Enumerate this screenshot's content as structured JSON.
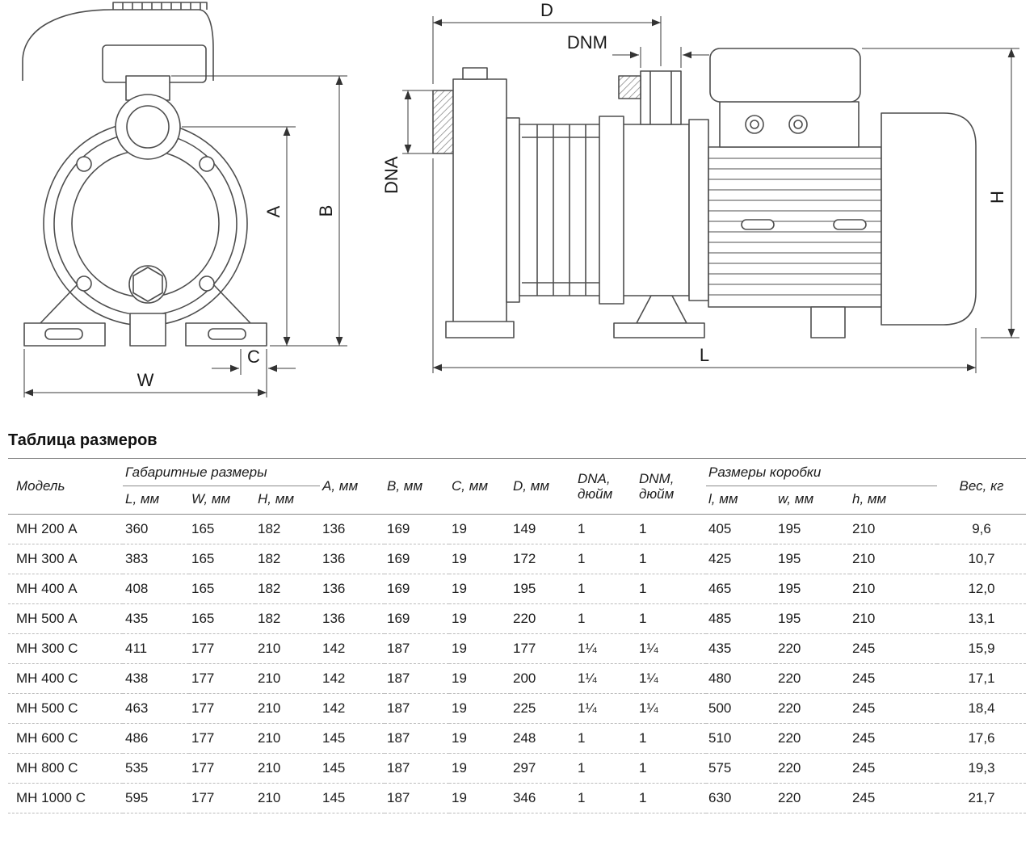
{
  "diagram": {
    "labels": {
      "D": "D",
      "DNM": "DNM",
      "DNA": "DNA",
      "A": "A",
      "B": "B",
      "C": "C",
      "W": "W",
      "H": "H",
      "L": "L"
    }
  },
  "table": {
    "title": "Таблица размеров",
    "headers": {
      "model": "Модель",
      "overall_group": "Габаритные размеры",
      "box_group": "Размеры коробки",
      "L": "L, мм",
      "W": "W, мм",
      "H": "H, мм",
      "A": "A, мм",
      "B": "B, мм",
      "C": "C, мм",
      "D": "D, мм",
      "DNA": "DNA,\nдюйм",
      "DNM": "DNM,\nдюйм",
      "l": "l, мм",
      "w": "w, мм",
      "h": "h, мм",
      "weight": "Вес, кг"
    },
    "rows": [
      {
        "model": "МН 200 А",
        "L": "360",
        "W": "165",
        "H": "182",
        "A": "136",
        "B": "169",
        "C": "19",
        "D": "149",
        "DNA": "1",
        "DNM": "1",
        "l": "405",
        "w": "195",
        "h": "210",
        "weight": "9,6"
      },
      {
        "model": "МН 300 А",
        "L": "383",
        "W": "165",
        "H": "182",
        "A": "136",
        "B": "169",
        "C": "19",
        "D": "172",
        "DNA": "1",
        "DNM": "1",
        "l": "425",
        "w": "195",
        "h": "210",
        "weight": "10,7"
      },
      {
        "model": "МН 400 А",
        "L": "408",
        "W": "165",
        "H": "182",
        "A": "136",
        "B": "169",
        "C": "19",
        "D": "195",
        "DNA": "1",
        "DNM": "1",
        "l": "465",
        "w": "195",
        "h": "210",
        "weight": "12,0"
      },
      {
        "model": "МН 500 А",
        "L": "435",
        "W": "165",
        "H": "182",
        "A": "136",
        "B": "169",
        "C": "19",
        "D": "220",
        "DNA": "1",
        "DNM": "1",
        "l": "485",
        "w": "195",
        "h": "210",
        "weight": "13,1"
      },
      {
        "model": "МН 300 С",
        "L": "411",
        "W": "177",
        "H": "210",
        "A": "142",
        "B": "187",
        "C": "19",
        "D": "177",
        "DNA": "1¼",
        "DNM": "1¼",
        "l": "435",
        "w": "220",
        "h": "245",
        "weight": "15,9"
      },
      {
        "model": "МН 400 С",
        "L": "438",
        "W": "177",
        "H": "210",
        "A": "142",
        "B": "187",
        "C": "19",
        "D": "200",
        "DNA": "1¼",
        "DNM": "1¼",
        "l": "480",
        "w": "220",
        "h": "245",
        "weight": "17,1"
      },
      {
        "model": "МН 500 С",
        "L": "463",
        "W": "177",
        "H": "210",
        "A": "142",
        "B": "187",
        "C": "19",
        "D": "225",
        "DNA": "1¼",
        "DNM": "1¼",
        "l": "500",
        "w": "220",
        "h": "245",
        "weight": "18,4"
      },
      {
        "model": "МН 600 С",
        "L": "486",
        "W": "177",
        "H": "210",
        "A": "145",
        "B": "187",
        "C": "19",
        "D": "248",
        "DNA": "1",
        "DNM": "1",
        "l": "510",
        "w": "220",
        "h": "245",
        "weight": "17,6"
      },
      {
        "model": "МН 800 С",
        "L": "535",
        "W": "177",
        "H": "210",
        "A": "145",
        "B": "187",
        "C": "19",
        "D": "297",
        "DNA": "1",
        "DNM": "1",
        "l": "575",
        "w": "220",
        "h": "245",
        "weight": "19,3"
      },
      {
        "model": "МН 1000 С",
        "L": "595",
        "W": "177",
        "H": "210",
        "A": "145",
        "B": "187",
        "C": "19",
        "D": "346",
        "DNA": "1",
        "DNM": "1",
        "l": "630",
        "w": "220",
        "h": "245",
        "weight": "21,7"
      }
    ]
  }
}
